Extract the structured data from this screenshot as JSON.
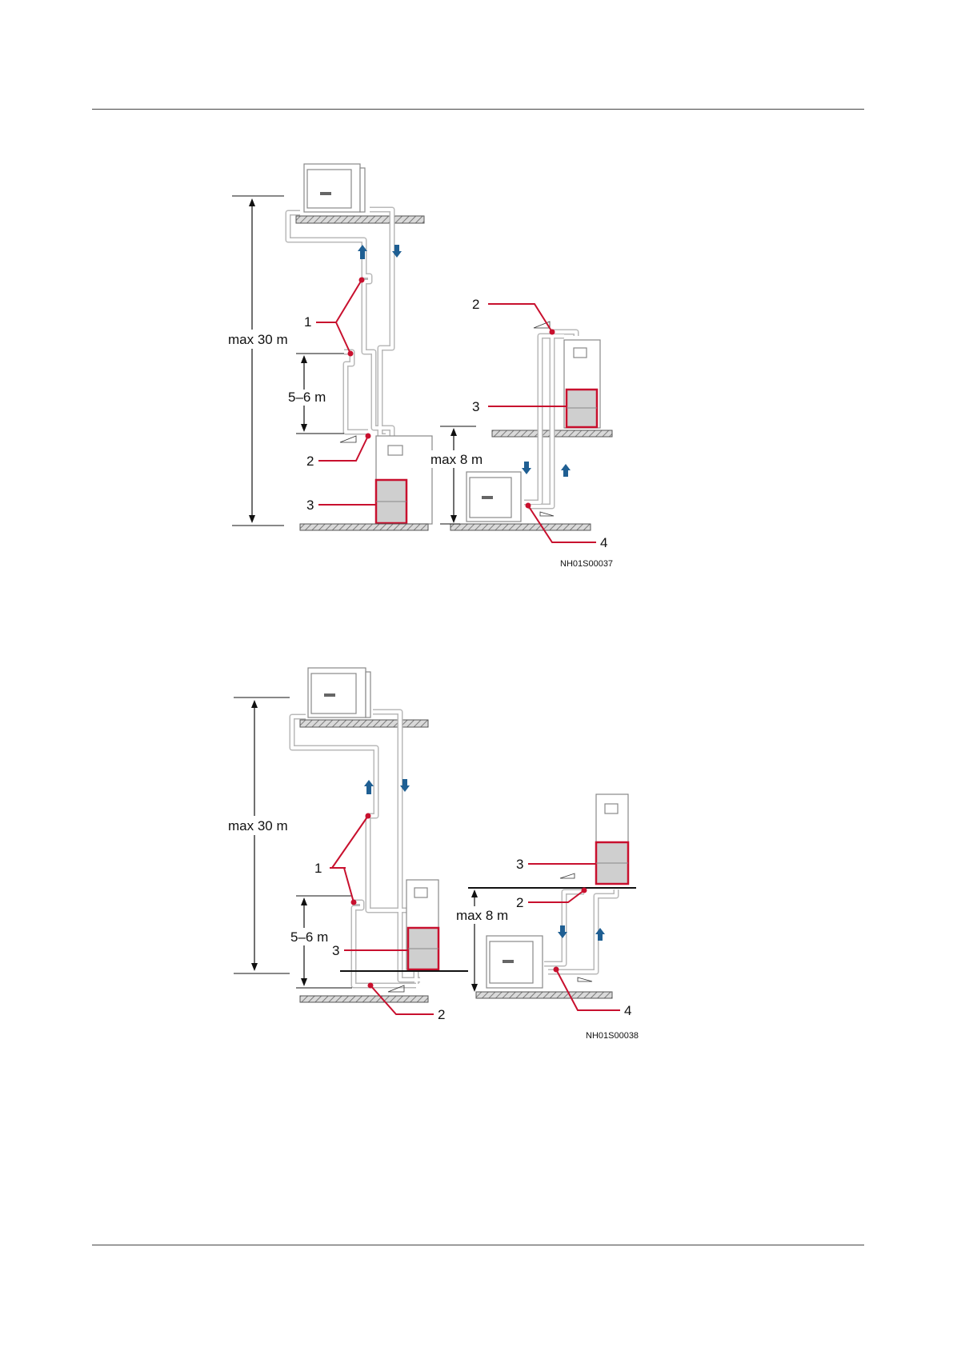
{
  "figure1": {
    "code": "NH01S00037",
    "left": {
      "height_label": "max 30 m",
      "trap_label": "5–6 m",
      "callouts": [
        "1",
        "2",
        "3"
      ]
    },
    "right": {
      "height_label": "max 8 m",
      "callouts": [
        "2",
        "3",
        "4"
      ]
    }
  },
  "figure2": {
    "code": "NH01S00038",
    "left": {
      "height_label": "max 30 m",
      "trap_label": "5–6 m",
      "callouts": [
        "1",
        "3",
        "2"
      ]
    },
    "right": {
      "height_label": "max 8 m",
      "callouts": [
        "3",
        "2",
        "4"
      ]
    }
  },
  "colors": {
    "callout": "#c8102e",
    "flow_arrow": "#1f5f93",
    "pipe": "#b9b9b9",
    "rule": "#444444"
  },
  "icons": [
    "flow-arrow-up-icon",
    "flow-arrow-down-icon",
    "slope-icon"
  ]
}
